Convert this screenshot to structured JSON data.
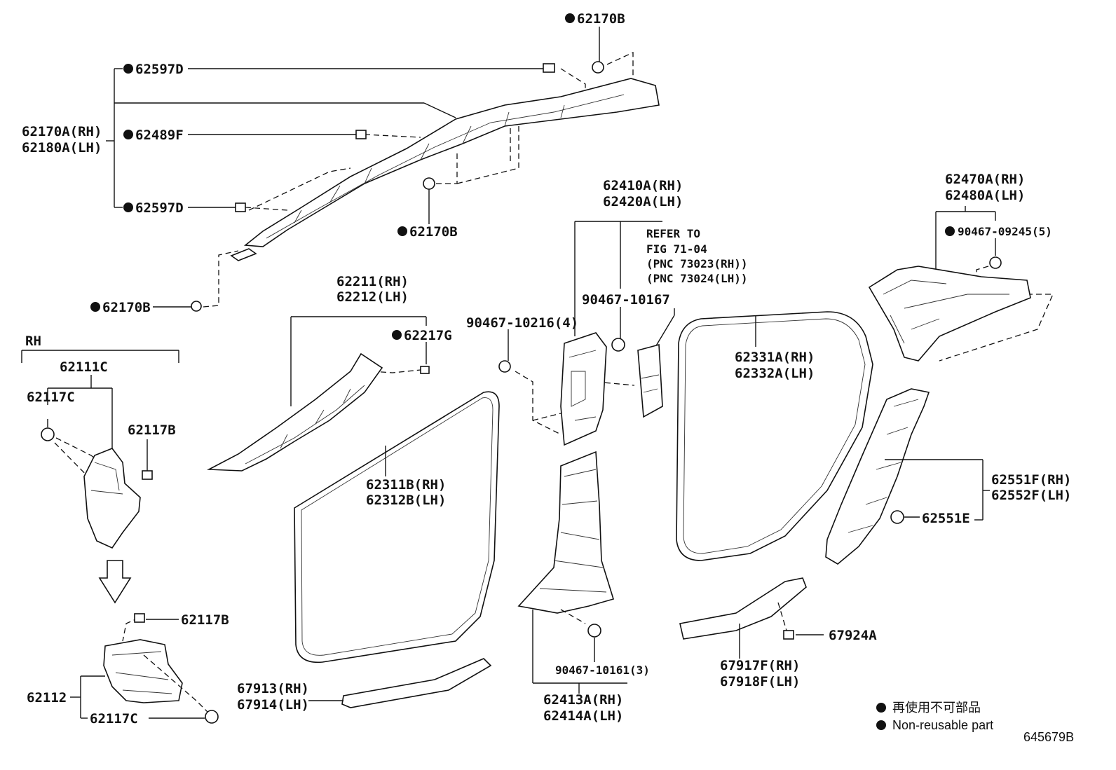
{
  "labels": {
    "clip_62170b_top": "62170B",
    "clip_62597d_top": "62597D",
    "garnish_rh": "62170A(RH)",
    "garnish_lh": "62180A(LH)",
    "clip_62489f": "62489F",
    "clip_62597d_bottom": "62597D",
    "clip_62170b_mid": "62170B",
    "clip_62170b_bottom": "62170B",
    "rh_group": "RH",
    "part_62111c": "62111C",
    "part_62117c_top": "62117C",
    "part_62117b_top": "62117B",
    "part_62117b_bottom": "62117B",
    "part_62112": "62112",
    "part_62117c_bottom": "62117C",
    "a_pillar_rh": "62211(RH)",
    "a_pillar_lh": "62212(LH)",
    "part_62217g": "62217G",
    "weather_front_rh": "62311B(RH)",
    "weather_front_lh": "62312B(LH)",
    "scuff_front_rh": "67913(RH)",
    "scuff_front_lh": "67914(LH)",
    "bolt_90467_10216": "90467-10216(4)",
    "b_pillar_upper_rh": "62410A(RH)",
    "b_pillar_upper_lh": "62420A(LH)",
    "refer_to": "REFER TO",
    "refer_fig": "FIG 71-04",
    "refer_pnc_rh": "(PNC 73023(RH))",
    "refer_pnc_lh": "(PNC 73024(LH))",
    "bolt_90467_10167": "90467-10167",
    "bolt_90467_10161": "90467-10161(3)",
    "b_pillar_lower_rh": "62413A(RH)",
    "b_pillar_lower_lh": "62414A(LH)",
    "weather_rear_rh": "62331A(RH)",
    "weather_rear_lh": "62332A(LH)",
    "scuff_rear_rh": "67917F(RH)",
    "scuff_rear_lh": "67918F(LH)",
    "clip_67924a": "67924A",
    "c_pillar_rh": "62470A(RH)",
    "c_pillar_lh": "62480A(LH)",
    "bolt_90467_09245": "90467-09245(5)",
    "quarter_rh": "62551F(RH)",
    "quarter_lh": "62552F(LH)",
    "clip_62551e": "62551E"
  },
  "legend": {
    "jp": "再使用不可部品",
    "en": "Non-reusable part"
  },
  "figure_id": "645679B"
}
